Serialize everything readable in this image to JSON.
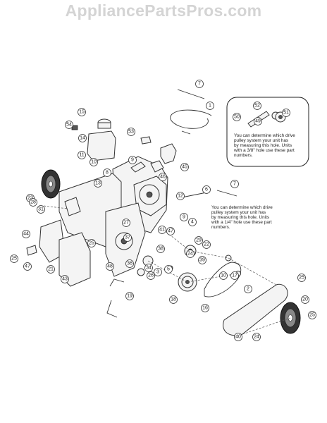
{
  "watermark": "AppliancePartsPros.com",
  "notes": {
    "inset_lines": [
      "You can determine which drive",
      "pulley system your unit has",
      "by measuring this hole. Units",
      "with a 3/8\" hole use these part",
      "numbers."
    ],
    "main_lines": [
      "You can determine which drive",
      "pulley system your unit has",
      "by measuring this hole. Units",
      "with a 1/4\" hole use these part",
      "numbers."
    ]
  },
  "callouts": [
    {
      "label": "7"
    },
    {
      "label": "1"
    },
    {
      "label": "52"
    },
    {
      "label": "50"
    },
    {
      "label": "49"
    },
    {
      "label": "51"
    },
    {
      "label": "15"
    },
    {
      "label": "54"
    },
    {
      "label": "14"
    },
    {
      "label": "53"
    },
    {
      "label": "45"
    },
    {
      "label": "11"
    },
    {
      "label": "9"
    },
    {
      "label": "10"
    },
    {
      "label": "46"
    },
    {
      "label": "8"
    },
    {
      "label": "13"
    },
    {
      "label": "12"
    },
    {
      "label": "7"
    },
    {
      "label": "6"
    },
    {
      "label": "23"
    },
    {
      "label": "28"
    },
    {
      "label": "31"
    },
    {
      "label": "9"
    },
    {
      "label": "4"
    },
    {
      "label": "27"
    },
    {
      "label": "41"
    },
    {
      "label": "47"
    },
    {
      "label": "44"
    },
    {
      "label": "37"
    },
    {
      "label": "38"
    },
    {
      "label": "29"
    },
    {
      "label": "22"
    },
    {
      "label": "25"
    },
    {
      "label": "24"
    },
    {
      "label": "39"
    },
    {
      "label": "25"
    },
    {
      "label": "47"
    },
    {
      "label": "21"
    },
    {
      "label": "36"
    },
    {
      "label": "48"
    },
    {
      "label": "34"
    },
    {
      "label": "26"
    },
    {
      "label": "5"
    },
    {
      "label": "3"
    },
    {
      "label": "10"
    },
    {
      "label": "17"
    },
    {
      "label": "2"
    },
    {
      "label": "43"
    },
    {
      "label": "25"
    },
    {
      "label": "19"
    },
    {
      "label": "18"
    },
    {
      "label": "16"
    },
    {
      "label": "20"
    },
    {
      "label": "25"
    },
    {
      "label": "40"
    },
    {
      "label": "24"
    }
  ]
}
